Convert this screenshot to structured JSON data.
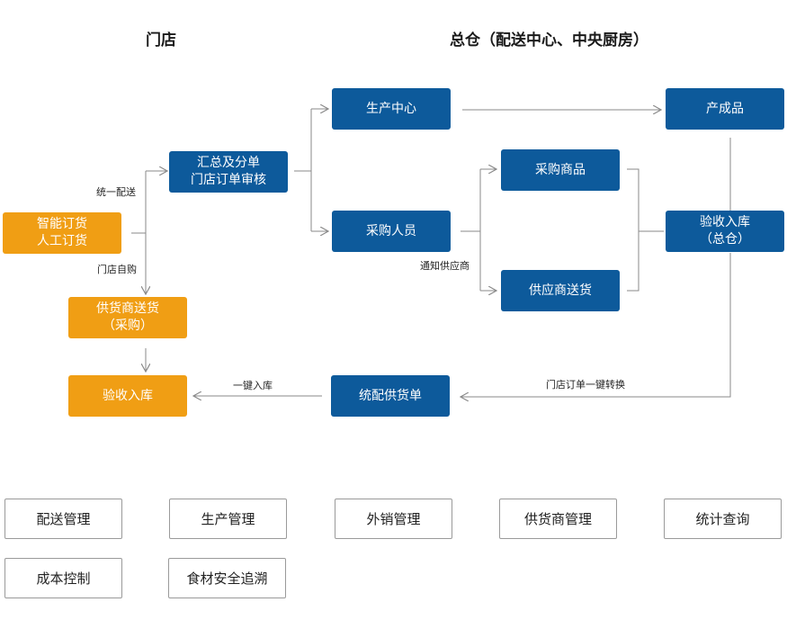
{
  "headers": {
    "store": "门店",
    "warehouse": "总仓（配送中心、中央厨房）"
  },
  "nodes": {
    "smart_order": [
      "智能订货",
      "人工订货"
    ],
    "summary_split": [
      "汇总及分单",
      "门店订单审核"
    ],
    "supplier_delivery_store": [
      "供货商送货",
      "（采购）"
    ],
    "store_receipt": [
      "验收入库"
    ],
    "production_center": [
      "生产中心"
    ],
    "purchaser": [
      "采购人员"
    ],
    "purchase_goods": [
      "采购商品"
    ],
    "supplier_delivery": [
      "供应商送货"
    ],
    "finished_goods": [
      "产成品"
    ],
    "warehouse_receipt": [
      "验收入库",
      "（总仓）"
    ],
    "distribution_order": [
      "统配供货单"
    ]
  },
  "edge_labels": {
    "unified_distribution": "统一配送",
    "store_self_purchase": "门店自购",
    "notify_supplier": "通知供应商",
    "one_click_store": "一键入库",
    "one_click_convert": "门店订单一键转换"
  },
  "modules": [
    "配送管理",
    "生产管理",
    "外销管理",
    "供货商管理",
    "统计查询",
    "成本控制",
    "食材安全追溯"
  ],
  "colors": {
    "blue": "#0d5a9b",
    "orange": "#f09e14",
    "line": "#8a8a8a"
  }
}
